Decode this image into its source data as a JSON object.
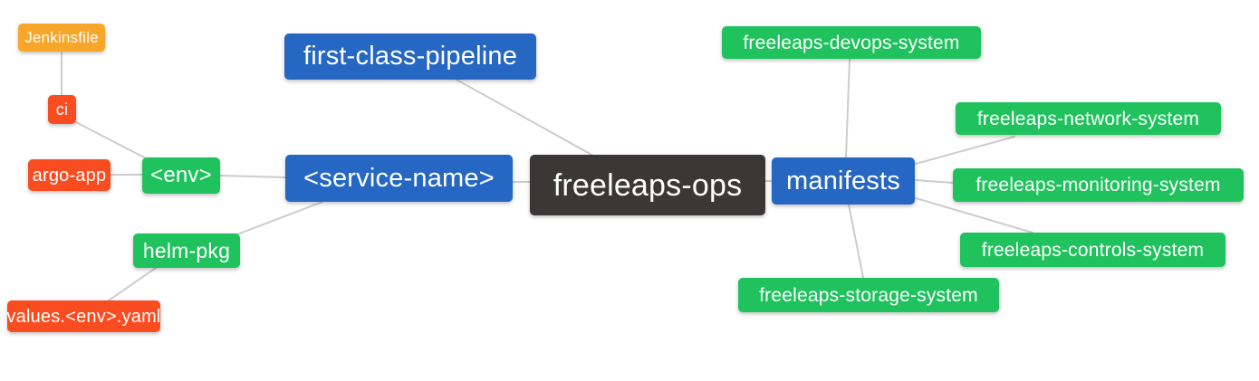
{
  "diagram": {
    "type": "mindmap",
    "background": "#ffffff",
    "edge_color": "#cccccc",
    "colors": {
      "blue": "#2567C2",
      "green": "#20C25E",
      "red": "#F94D21",
      "amber": "#F8A62A",
      "dark": "#3B3737",
      "text": "#ffffff"
    },
    "nodes": [
      {
        "id": "jenkinsfile",
        "label": "Jenkinsfile",
        "color": "amber"
      },
      {
        "id": "ci",
        "label": "ci",
        "color": "red"
      },
      {
        "id": "argo-app",
        "label": "argo-app",
        "color": "red"
      },
      {
        "id": "env",
        "label": "<env>",
        "color": "green"
      },
      {
        "id": "service-name",
        "label": "<service-name>",
        "color": "blue"
      },
      {
        "id": "helm-pkg",
        "label": "helm-pkg",
        "color": "green"
      },
      {
        "id": "values-env-yaml",
        "label": "values.<env>.yaml",
        "color": "red"
      },
      {
        "id": "first-class-pipeline",
        "label": "first-class-pipeline",
        "color": "blue"
      },
      {
        "id": "freeleaps-ops",
        "label": "freeleaps-ops",
        "color": "dark"
      },
      {
        "id": "manifests",
        "label": "manifests",
        "color": "blue"
      },
      {
        "id": "devops-system",
        "label": "freeleaps-devops-system",
        "color": "green"
      },
      {
        "id": "network-system",
        "label": "freeleaps-network-system",
        "color": "green"
      },
      {
        "id": "monitoring-system",
        "label": "freeleaps-monitoring-system",
        "color": "green"
      },
      {
        "id": "controls-system",
        "label": "freeleaps-controls-system",
        "color": "green"
      },
      {
        "id": "storage-system",
        "label": "freeleaps-storage-system",
        "color": "green"
      }
    ],
    "edges": [
      [
        "jenkinsfile",
        "ci"
      ],
      [
        "ci",
        "env"
      ],
      [
        "argo-app",
        "env"
      ],
      [
        "env",
        "service-name"
      ],
      [
        "service-name",
        "helm-pkg"
      ],
      [
        "helm-pkg",
        "values-env-yaml"
      ],
      [
        "first-class-pipeline",
        "freeleaps-ops"
      ],
      [
        "service-name",
        "freeleaps-ops"
      ],
      [
        "freeleaps-ops",
        "manifests"
      ],
      [
        "devops-system",
        "manifests"
      ],
      [
        "manifests",
        "network-system"
      ],
      [
        "manifests",
        "monitoring-system"
      ],
      [
        "manifests",
        "controls-system"
      ],
      [
        "manifests",
        "storage-system"
      ]
    ]
  }
}
